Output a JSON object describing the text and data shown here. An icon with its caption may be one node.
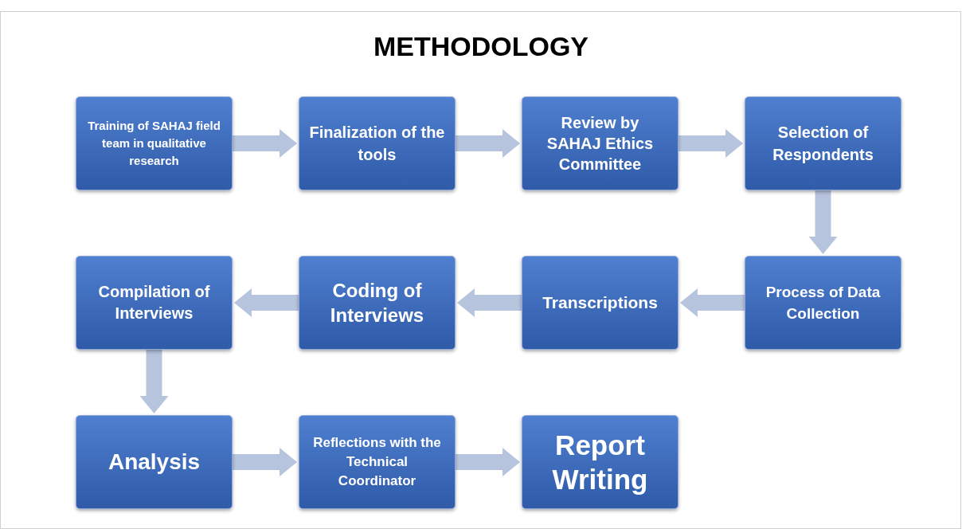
{
  "diagram": {
    "title": "METHODOLOGY",
    "nodes": [
      {
        "text": [
          "Training of SAHAJ field team in qualitative research"
        ]
      },
      {
        "text": [
          "Finalization of the tools"
        ]
      },
      {
        "text": [
          "Review by SAHAJ Ethics Committee"
        ]
      },
      {
        "text": [
          "Selection of Respondents"
        ]
      },
      {
        "text": [
          "Compilation of Interviews"
        ]
      },
      {
        "text": [
          "Coding of Interviews"
        ]
      },
      {
        "text": [
          "Transcriptions"
        ]
      },
      {
        "text": [
          "Process of Data Collection"
        ]
      },
      {
        "text": [
          "Analysis"
        ]
      },
      {
        "text": [
          "Reflections with the Technical Coordinator"
        ]
      },
      {
        "text": [
          "Report Writing"
        ]
      }
    ],
    "edges": [
      {
        "from": 0,
        "to": 1,
        "arrow": "to"
      },
      {
        "from": 1,
        "to": 2,
        "arrow": "to"
      },
      {
        "from": 2,
        "to": 3,
        "arrow": "to"
      },
      {
        "from": 3,
        "to": 7,
        "arrow": "to"
      },
      {
        "from": 7,
        "to": 6,
        "arrow": "to"
      },
      {
        "from": 6,
        "to": 5,
        "arrow": "to"
      },
      {
        "from": 5,
        "to": 4,
        "arrow": "to"
      },
      {
        "from": 4,
        "to": 8,
        "arrow": "to"
      },
      {
        "from": 8,
        "to": 9,
        "arrow": "to"
      },
      {
        "from": 9,
        "to": 10,
        "arrow": "to"
      }
    ]
  }
}
